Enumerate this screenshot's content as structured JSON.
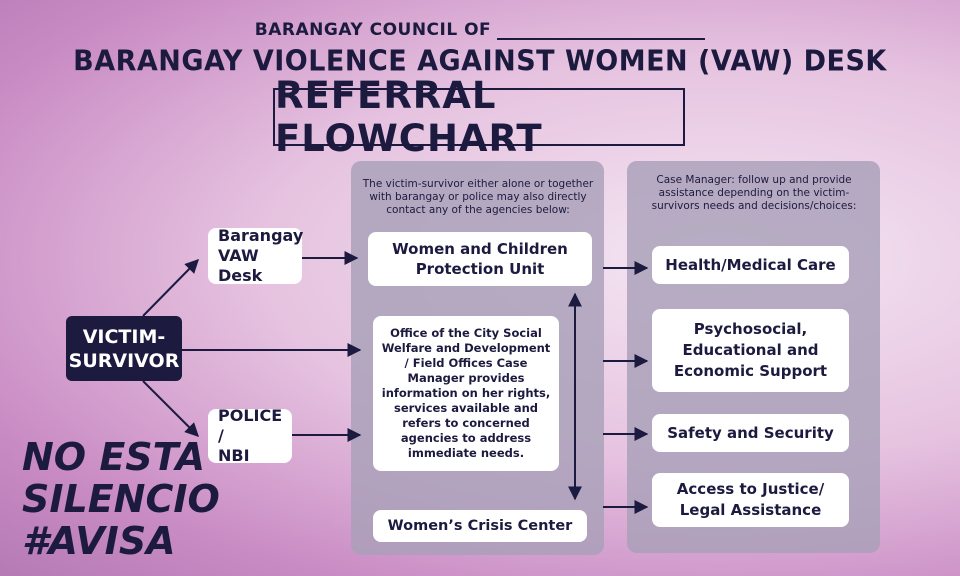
{
  "header": {
    "line1": "BARANGAY COUNCIL OF",
    "line2": "BARANGAY VIOLENCE AGAINST WOMEN (VAW) DESK",
    "title": "REFERRAL FLOWCHART"
  },
  "colors": {
    "navy": "#1c1a3f",
    "panel": "#a8a0b8",
    "background": "#e6c3e0"
  },
  "victim": {
    "label": "VICTIM-\nSURVIVOR"
  },
  "entry_points": [
    {
      "label": "Barangay\nVAW Desk"
    },
    {
      "label": "POLICE /\nNBI"
    }
  ],
  "agencies_panel": {
    "note": "The victim-survivor either alone or together with barangay or police may also directly contact any of the agencies below:",
    "items": [
      {
        "label": "Women and Children\nProtection Unit"
      },
      {
        "label": "Office of the City Social Welfare and Development / Field Offices Case Manager provides information on her rights, services available and  refers to concerned agencies to address immediate needs."
      },
      {
        "label": "Women’s Crisis Center"
      }
    ]
  },
  "services_panel": {
    "note": "Case Manager: follow up and provide assistance depending on the victim-survivors needs and decisions/choices:",
    "items": [
      {
        "label": "Health/Medical Care"
      },
      {
        "label": "Psychosocial,\nEducational and\nEconomic Support"
      },
      {
        "label": "Safety and Security"
      },
      {
        "label": "Access to Justice/\nLegal Assistance"
      }
    ]
  },
  "slogan": {
    "lines": [
      "NO ESTA",
      "SILENCIO",
      "#AVISA"
    ]
  }
}
